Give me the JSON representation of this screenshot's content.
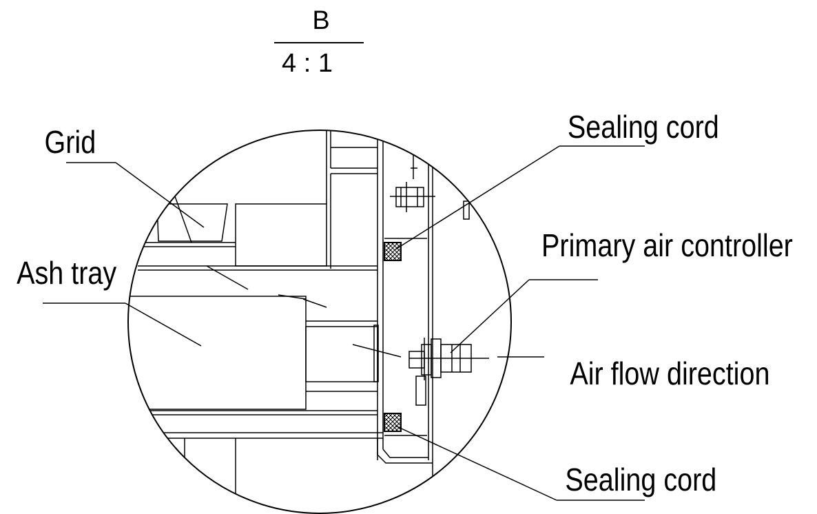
{
  "detail": {
    "view_letter": "B",
    "scale": "4 : 1"
  },
  "labels": {
    "grid": "Grid",
    "ash_tray": "Ash tray",
    "sealing_cord_top": "Sealing cord",
    "primary_air_controller": "Primary air controller",
    "air_flow_direction": "Air flow direction",
    "sealing_cord_bottom": "Sealing cord"
  }
}
